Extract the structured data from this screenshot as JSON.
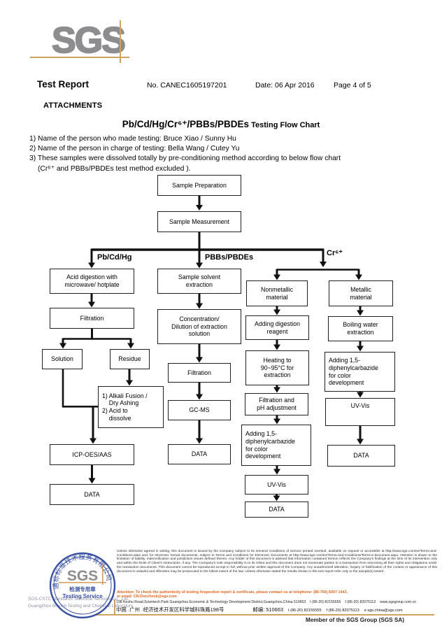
{
  "header": {
    "logo": "SGS",
    "title": "Test Report",
    "report_no": "No. CANEC1605197201",
    "date": "Date: 06 Apr 2016",
    "page": "Page 4 of 5"
  },
  "attachments": {
    "label": "ATTACHMENTS",
    "chart_title_main": "Pb/Cd/Hg/Cr⁶⁺/PBBs/PBDEs",
    "chart_title_sub": " Testing Flow Chart",
    "notes": [
      "1) Name of the person who made testing:  Bruce Xiao / Sunny Hu",
      "2) Name of the person in charge of testing:  Bella Wang / Cutey Yu",
      "3) These samples were dissolved totally by  pre-conditioning method according to below flow chart",
      "(Cr⁶⁺ and PBBs/PBDEs  test method excluded )."
    ]
  },
  "flowchart": {
    "branch_labels": {
      "left": "Pb/Cd/Hg",
      "middle": "PBBs/PBDEs",
      "right": "Cr⁶⁺"
    },
    "boxes": {
      "sample_preparation": "Sample Preparation",
      "sample_measurement": "Sample Measurement",
      "acid_digestion": "Acid digestion with\nmicrowave/ hotplate",
      "filtration_left": "Filtration",
      "solution": "Solution",
      "residue": "Residue",
      "alkali": "1) Alkali Fusion /\n    Dry Ashing\n2) Acid to\n    dissolve",
      "icp": "ICP-OES/AAS",
      "data_left": "DATA",
      "solvent_extraction": "Sample solvent\nextraction",
      "concentration": "Concentration/\nDilution of extraction\nsolution",
      "filtration_mid": "Filtration",
      "gcms": "GC-MS",
      "data_mid": "DATA",
      "nonmetallic": "Nonmetallic\nmaterial",
      "adding_reagent": "Adding digestion\nreagent",
      "heating": "Heating to\n90~95°C  for\nextraction",
      "filtration_ph": "Filtration and\npH adjustment",
      "dpc_nonmetal": "Adding 1,5-\ndiphenylcarbazide\nfor color\ndevelopment",
      "uvvis_nonmetal": "UV-Vis",
      "data_nonmetal": "DATA",
      "metallic": "Metallic\nmaterial",
      "boiling": "Boiling water\nextraction",
      "dpc_metal": "Adding 1,5-\ndiphenylcarbazide\nfor color\ndevelopment",
      "uvvis_metal": "UV-Vis",
      "data_metal": "DATA"
    }
  },
  "footer": {
    "company_line1": "SGS-CSTC Standards Technical Services Co., Ltd.",
    "company_line2": "Guangzhou Branch Testing and Chemical Laboratory.",
    "stamp": {
      "arc_text": "通标标准技术服务有限公司",
      "sgs": "SGS",
      "line1": "检测专用章",
      "line2": "Testing Service"
    },
    "legal": "Unless otherwise agreed in writing, this document is issued by the Company subject to its General Conditions of Service printed overleaf, available on request or accessible at http://www.sgs.com/en/Terms-and-Conditions.aspx and, for electronic format documents, subject to Terms and Conditions for Electronic Documents at http://www.sgs.com/en/Terms-and-Conditions/Terms-e-Document.aspx. Attention is drawn to the limitation of liability, indemnification and jurisdiction issues defined therein. Any holder of this document is advised that information contained hereon reflects the Company's findings at the time of its intervention only and within the limits of Client's instructions, if any. The Company's sole responsibility is to its Client and this document does not exonerate parties to a transaction from exercising all their rights and obligations under the transaction documents. This document cannot be reproduced except in full, without prior written approval of the Company. Any unauthorized alteration, forgery or falsification of the content or appearance of this document is unlawful and offenders may be prosecuted to the fullest extent of the law. Unless otherwise stated the results shown in this test report refer only to the sample(s) tested .",
    "attention_line1": "Attention: To check the authenticity of testing /inspection report & certificate, please contact us at telephone: (86-755) 8307 1443,",
    "attention_line2": "or email: CN.Doccheck@sgs.com",
    "address_row1": {
      "addr": "198 Kezhu Road,Scientech Park Guangzhou Economic & Technology Development District,Guangzhou,China 510663",
      "tel": "t (86-20) 82155555",
      "fax": "f (86-20) 82075113",
      "web": "www.sgsgroup.com.cn"
    },
    "address_row2": {
      "addr": "中国 ·广州 ·经济技术开发区科学城科珠路198号",
      "post": "邮编: 510663",
      "tel": "t (86-20) 82155555",
      "fax": "f (86-20) 82075113",
      "email": "e  sgs.china@sgs.com"
    },
    "member": "Member of the SGS Group (SGS SA)"
  }
}
